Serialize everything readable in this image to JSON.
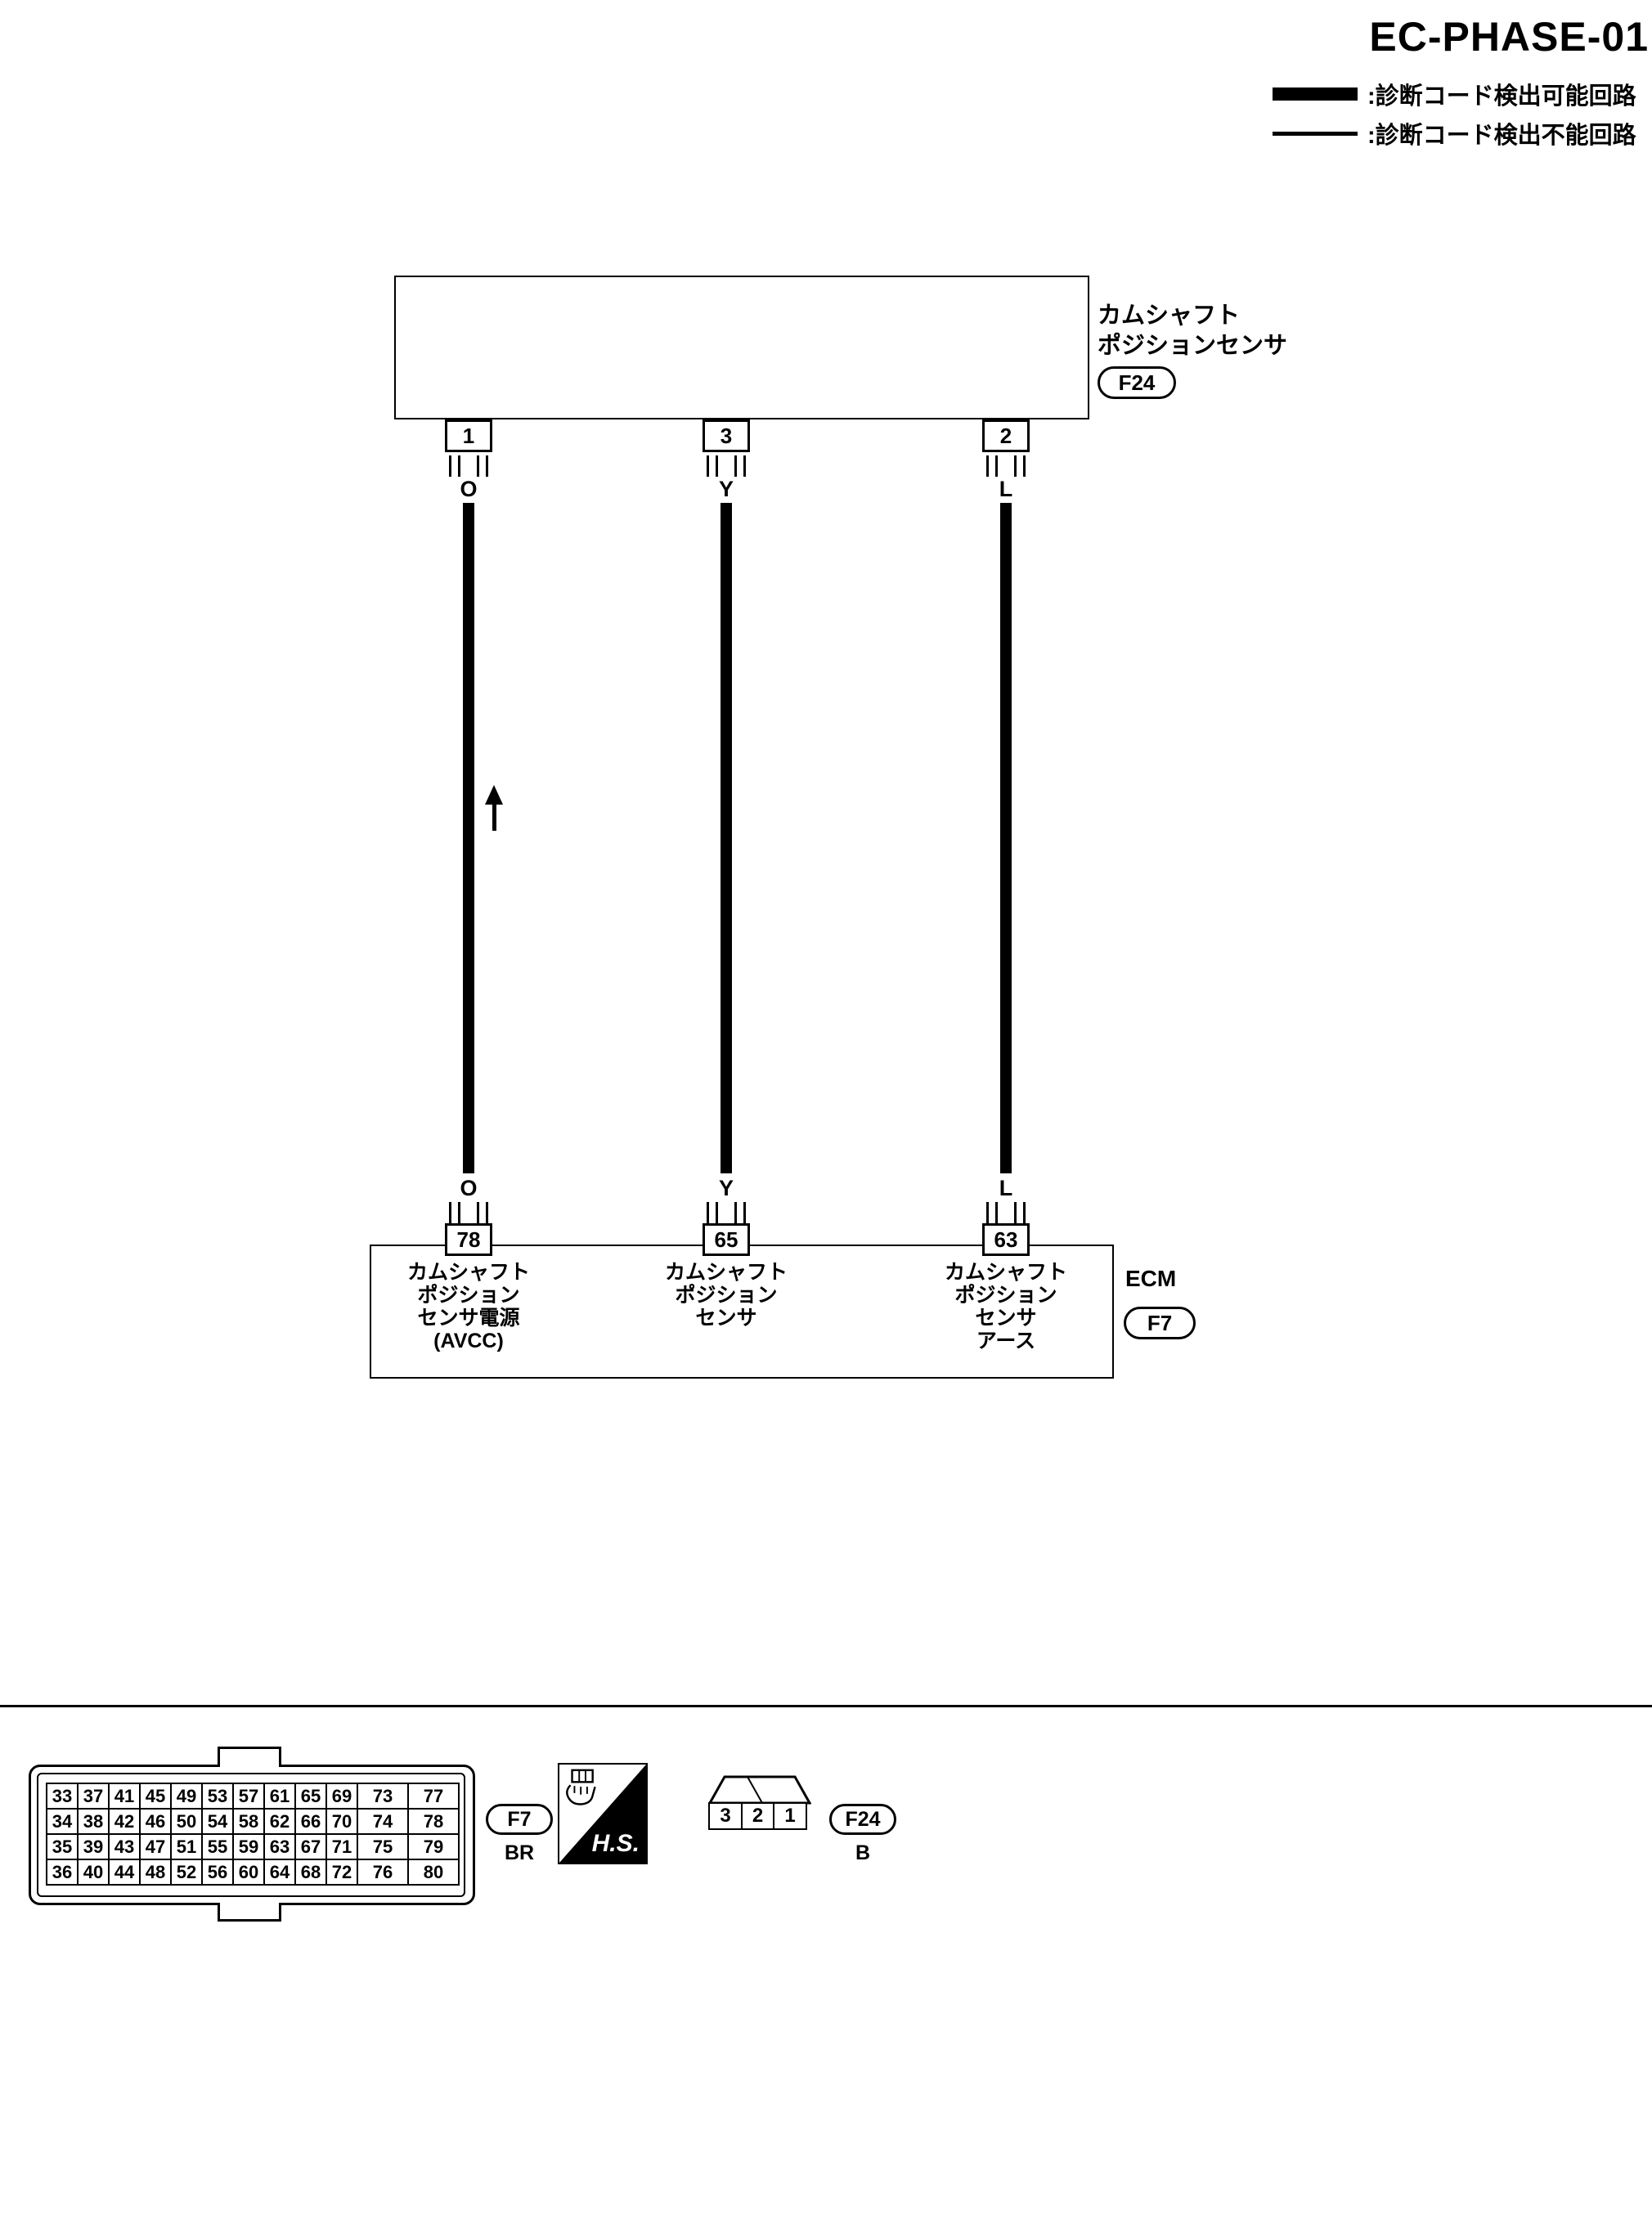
{
  "title": "EC-PHASE-01",
  "legend": {
    "detectable": ":診断コード検出可能回路",
    "undetectable": ":診断コード検出不能回路"
  },
  "sensor": {
    "name_line1": "カムシャフト",
    "name_line2": "ポジションセンサ",
    "connector": "F24"
  },
  "circuits": [
    {
      "sensor_pin": "1",
      "wire_color": "O",
      "ecm_pin": "78",
      "function_lines": [
        "カムシャフト",
        "ポジション",
        "センサ電源",
        "(AVCC)"
      ]
    },
    {
      "sensor_pin": "3",
      "wire_color": "Y",
      "ecm_pin": "65",
      "function_lines": [
        "カムシャフト",
        "ポジション",
        "センサ"
      ]
    },
    {
      "sensor_pin": "2",
      "wire_color": "L",
      "ecm_pin": "63",
      "function_lines": [
        "カムシャフト",
        "ポジション",
        "センサ",
        "アース"
      ]
    }
  ],
  "ecm": {
    "name": "ECM",
    "connector": "F7"
  },
  "connector_views": {
    "ecm": {
      "id": "F7",
      "color": "BR",
      "grid": [
        [
          "33",
          "37",
          "41",
          "45",
          "49",
          "53",
          "57",
          "61",
          "65",
          "69",
          "73",
          "77"
        ],
        [
          "34",
          "38",
          "42",
          "46",
          "50",
          "54",
          "58",
          "62",
          "66",
          "70",
          "74",
          "78"
        ],
        [
          "35",
          "39",
          "43",
          "47",
          "51",
          "55",
          "59",
          "63",
          "67",
          "71",
          "75",
          "79"
        ],
        [
          "36",
          "40",
          "44",
          "48",
          "52",
          "56",
          "60",
          "64",
          "68",
          "72",
          "76",
          "80"
        ]
      ]
    },
    "hs_label": "H.S.",
    "sensor": {
      "id": "F24",
      "color": "B",
      "pins": [
        "3",
        "2",
        "1"
      ]
    }
  }
}
